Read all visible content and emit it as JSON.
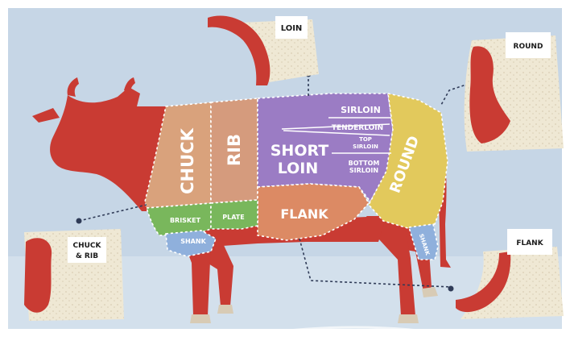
{
  "colors": {
    "background": "#c6d6e6",
    "band": "#d3e0ec",
    "cow": "#c93b33",
    "hoof": "#d8cbb5",
    "chuck": "#d9a27c",
    "rib": "#d59b7d",
    "short_loin": "#9b7cc4",
    "flank": "#dc8a64",
    "round": "#e2c95c",
    "brisket_plate": "#79b75c",
    "shank": "#8fb0dc",
    "fat": "#efe8d4",
    "label_bg": "#ffffff",
    "connector": "#2f3b57"
  },
  "cuts": {
    "chuck": "CHUCK",
    "rib": "RIB",
    "short_loin_line1": "SHORT",
    "short_loin_line2": "LOIN",
    "sirloin": "SIRLOIN",
    "tenderloin": "TENDERLOIN",
    "top_sirloin_line1": "TOP",
    "top_sirloin_line2": "SIRLOIN",
    "bottom_sirloin_line1": "BOTTOM",
    "bottom_sirloin_line2": "SIRLOIN",
    "round": "ROUND",
    "flank": "FLANK",
    "brisket": "BRISKET",
    "plate": "PLATE",
    "fore_shank": "SHANK",
    "hind_shank": "SHANK"
  },
  "callouts": {
    "loin": "LOIN",
    "round": "ROUND",
    "chuck_rib_line1": "CHUCK",
    "chuck_rib_line2": "& RIB",
    "flank": "FLANK"
  }
}
